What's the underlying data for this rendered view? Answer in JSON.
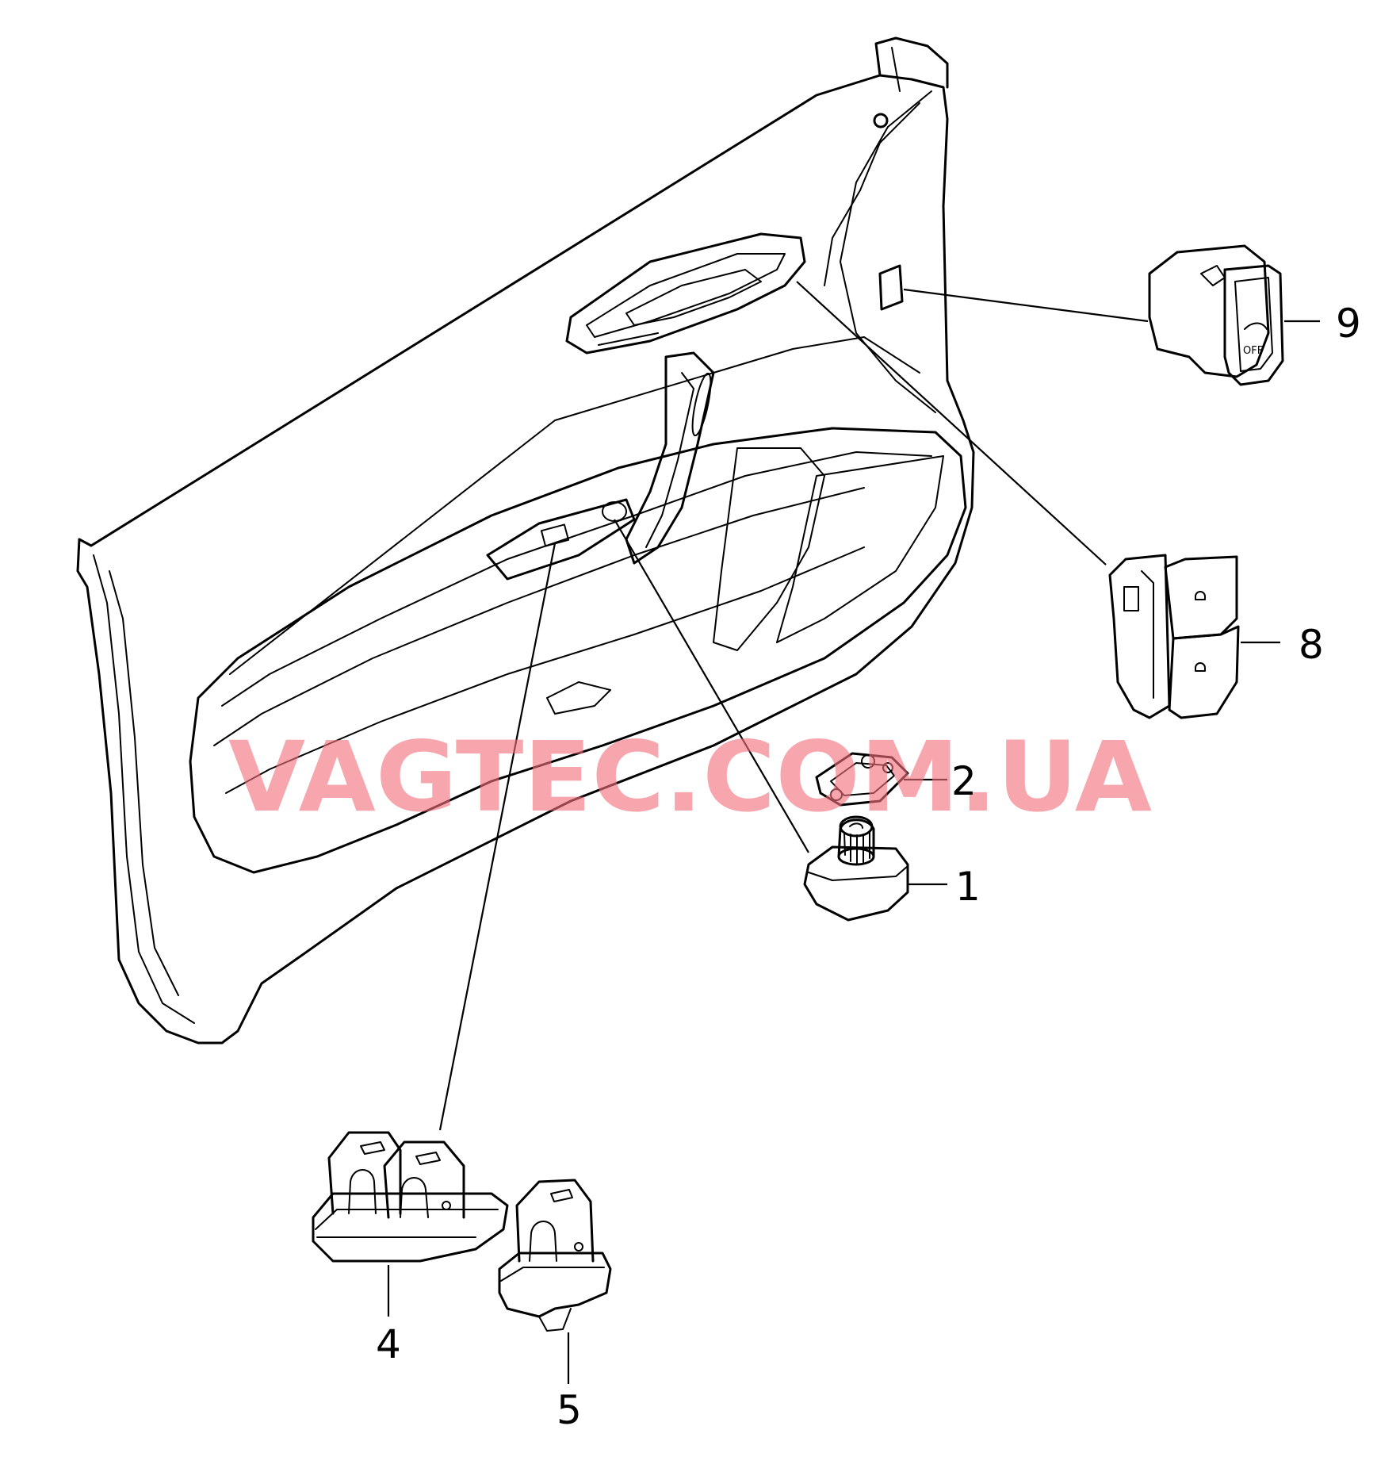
{
  "diagram": {
    "watermark": "VAGTEC.COM.UA",
    "callouts": [
      {
        "id": "1",
        "label": "1"
      },
      {
        "id": "2",
        "label": "2"
      },
      {
        "id": "4",
        "label": "4"
      },
      {
        "id": "5",
        "label": "5"
      },
      {
        "id": "8",
        "label": "8"
      },
      {
        "id": "9",
        "label": "9"
      }
    ],
    "switch_9_text": "OFF"
  }
}
